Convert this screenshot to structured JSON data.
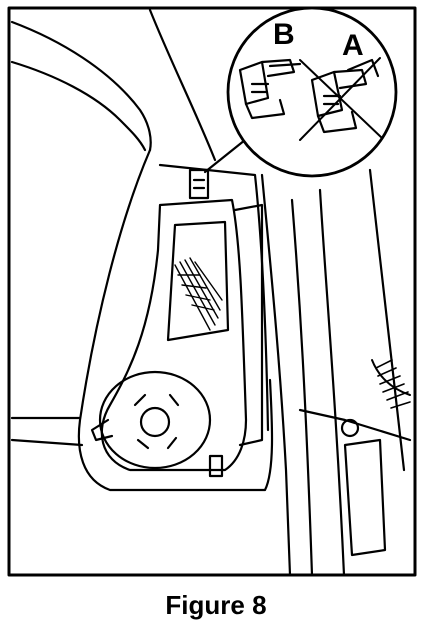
{
  "figure": {
    "caption": "Figure 8",
    "callouts": {
      "b": "B",
      "a": "A"
    }
  },
  "colors": {
    "ink": "#000000",
    "paper": "#ffffff"
  }
}
